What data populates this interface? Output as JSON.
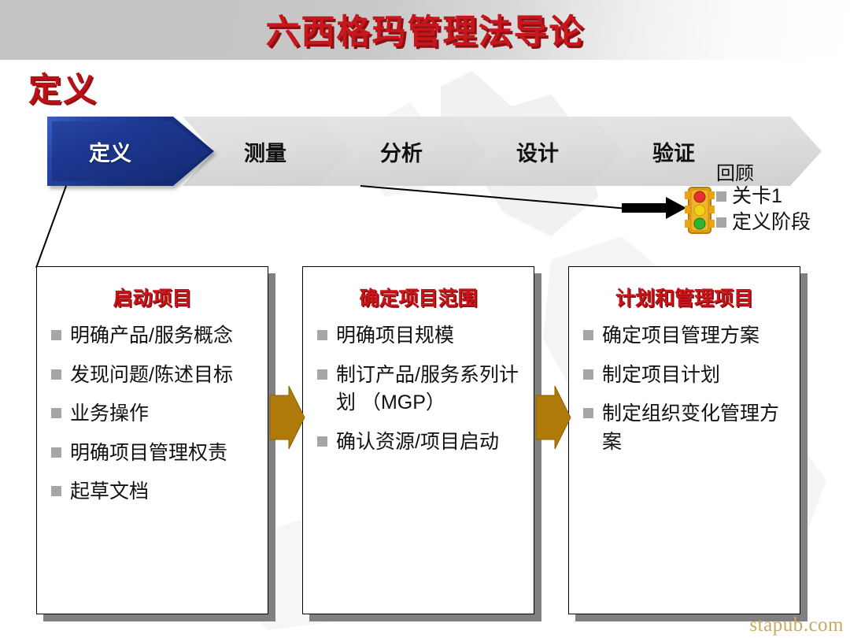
{
  "slide": {
    "title": "六西格玛管理法导论",
    "section_heading": "定义",
    "watermark": "stapub.com",
    "colors": {
      "title_red": "#c8161d",
      "heading_red": "#bb1016",
      "box_title_red": "#cc1418",
      "active_phase_blue": "#163182",
      "inactive_phase_gray": "#dedede",
      "step_arrow_orange": "#b07a0a",
      "bullet_gray": "#a6a6a6",
      "watermark_gold": "#c9a961"
    }
  },
  "process": {
    "phases": [
      {
        "label": "定义",
        "active": true
      },
      {
        "label": "测量",
        "active": false
      },
      {
        "label": "分析",
        "active": false
      },
      {
        "label": "设计",
        "active": false
      },
      {
        "label": "验证",
        "active": false
      }
    ]
  },
  "review": {
    "title": "回顾",
    "items": [
      {
        "label": "关卡1"
      },
      {
        "label": "定义阶段"
      }
    ],
    "icon": "traffic-light-icon"
  },
  "boxes": [
    {
      "title": "启动项目",
      "bullets": [
        "明确产品/服务概念",
        "发现问题/陈述目标",
        "业务操作",
        "明确项目管理权责",
        "起草文档"
      ]
    },
    {
      "title": "确定项目范围",
      "bullets": [
        "明确项目规模",
        "制订产品/服务系列计划 （MGP）",
        "确认资源/项目启动"
      ]
    },
    {
      "title": "计划和管理项目",
      "bullets": [
        "确定项目管理方案",
        "制定项目计划",
        "制定组织变化管理方案"
      ]
    }
  ]
}
